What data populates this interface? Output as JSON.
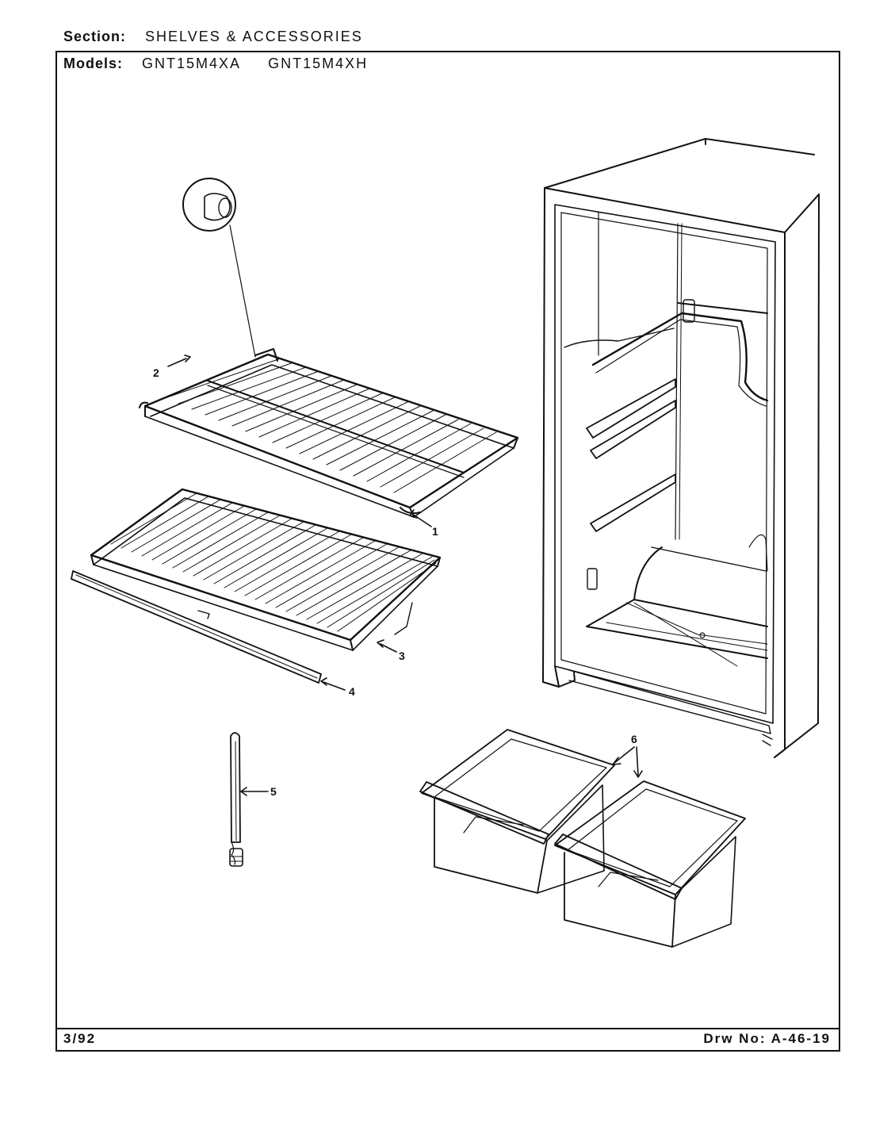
{
  "header": {
    "section_label": "Section:",
    "section_value": "SHELVES & ACCESSORIES",
    "models_label": "Models:",
    "models": [
      "GNT15M4XA",
      "GNT15M4XH"
    ]
  },
  "callouts": [
    "1",
    "2",
    "3",
    "4",
    "5",
    "6"
  ],
  "footer": {
    "date": "3/92",
    "drawing_number": "Drw No: A-46-19"
  },
  "parts": [
    {
      "name": "wire-shelf",
      "icon": "wire-shelf-icon"
    },
    {
      "name": "shelf-end-cap",
      "icon": "end-cap-icon"
    },
    {
      "name": "crisper-cover-shelf",
      "icon": "crisper-cover-icon"
    },
    {
      "name": "shelf-front-trim",
      "icon": "trim-bar-icon"
    },
    {
      "name": "shelf-support-rod",
      "icon": "support-rod-icon"
    },
    {
      "name": "crisper-drawers",
      "icon": "crisper-drawer-icon"
    }
  ]
}
